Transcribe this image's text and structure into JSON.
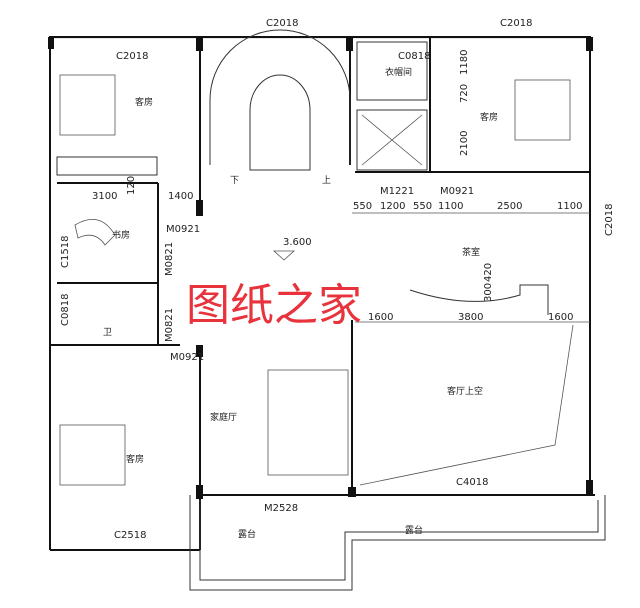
{
  "labels": {
    "window_top_left": "C2018",
    "window_top_mid": "C2018",
    "window_top_right": "C2018",
    "window_closet": "C0818",
    "dim_1180": "1180",
    "dim_720": "720",
    "dim_2100": "2100",
    "door_m1221": "M1221",
    "door_m0921_right": "M0921",
    "window_right": "C2018",
    "dim_3100": "3100",
    "dim_120": "120",
    "dim_1400": "1400",
    "door_m0921_study": "M0921",
    "elevation": "3.600",
    "window_c1518": "C1518",
    "door_m0821_study": "M0821",
    "window_c0818": "C0818",
    "door_m0821_bath": "M0821",
    "door_m0921_bedroom": "M0921",
    "door_m2528": "M2528",
    "window_c2518": "C2518",
    "window_c4018": "C4018",
    "dim_420": "420",
    "dim_300": "300"
  },
  "dims_top_row": [
    "550",
    "1200",
    "550",
    "1100",
    "2500",
    "1100"
  ],
  "dims_mid_row": [
    "1600",
    "3800",
    "1600"
  ],
  "rooms": {
    "guest_room_1": "客房",
    "study": "书房",
    "closet": "衣帽间",
    "guest_room_2": "客房",
    "tea_room": "茶室",
    "bathroom": "卫",
    "family_hall": "家庭厅",
    "guest_room_3": "客房",
    "living_void": "客厅上空",
    "terrace_1": "露台",
    "terrace_2": "露台",
    "stair_down": "下",
    "stair_up": "上"
  },
  "watermark": "图纸之家",
  "colors": {
    "walls": "#111111",
    "watermark": "#e8323c"
  }
}
